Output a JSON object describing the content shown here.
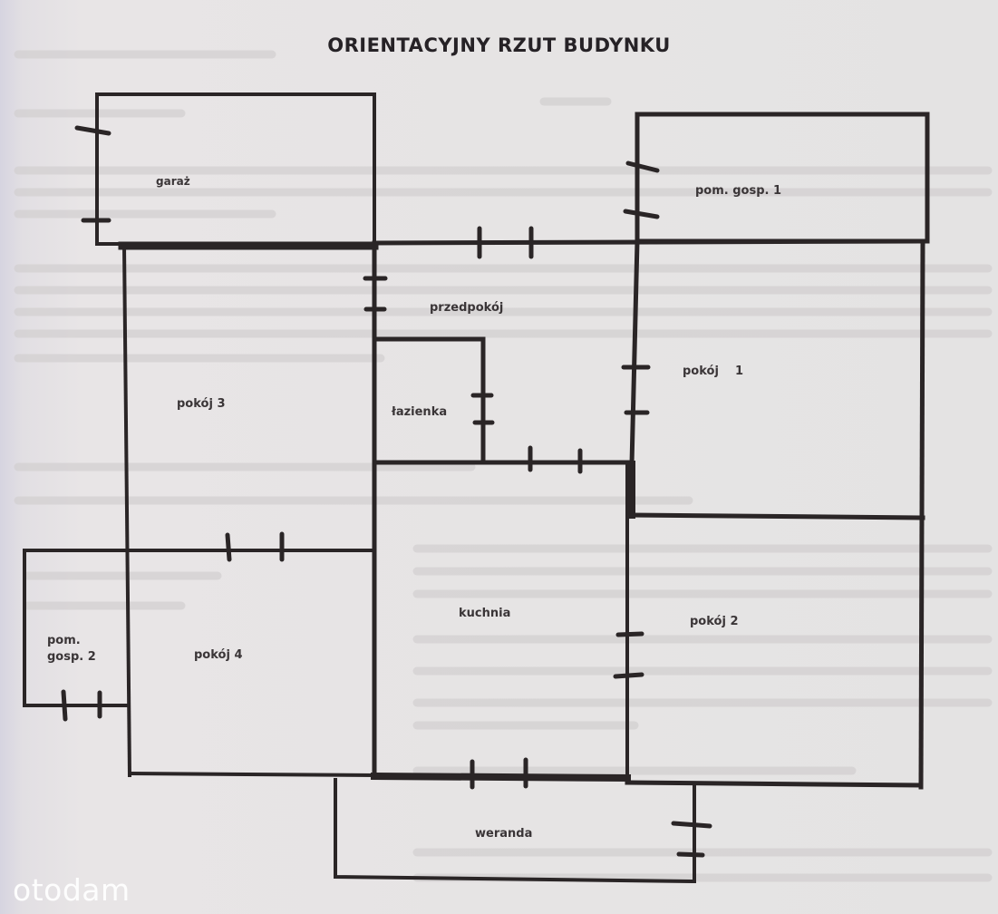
{
  "title": "ORIENTACYJNY RZUT BUDYNKU",
  "rooms": {
    "garaz": "garaż",
    "pom_gosp_1": "pom. gosp. 1",
    "przedpokoj": "przedpokój",
    "pokoj_1": "pokój    1",
    "pokoj_3": "pokój 3",
    "lazienka": "łazienka",
    "kuchnia": "kuchnia",
    "pokoj_2": "pokój 2",
    "pom_gosp_2_line1": "pom.",
    "pom_gosp_2_line2": "gosp. 2",
    "pokoj_4": "pokój 4",
    "weranda": "weranda"
  },
  "watermark": "otodam",
  "colors": {
    "wall": "#2a2526",
    "paper": "#e6e4e4",
    "watermark": "#ffffff"
  }
}
